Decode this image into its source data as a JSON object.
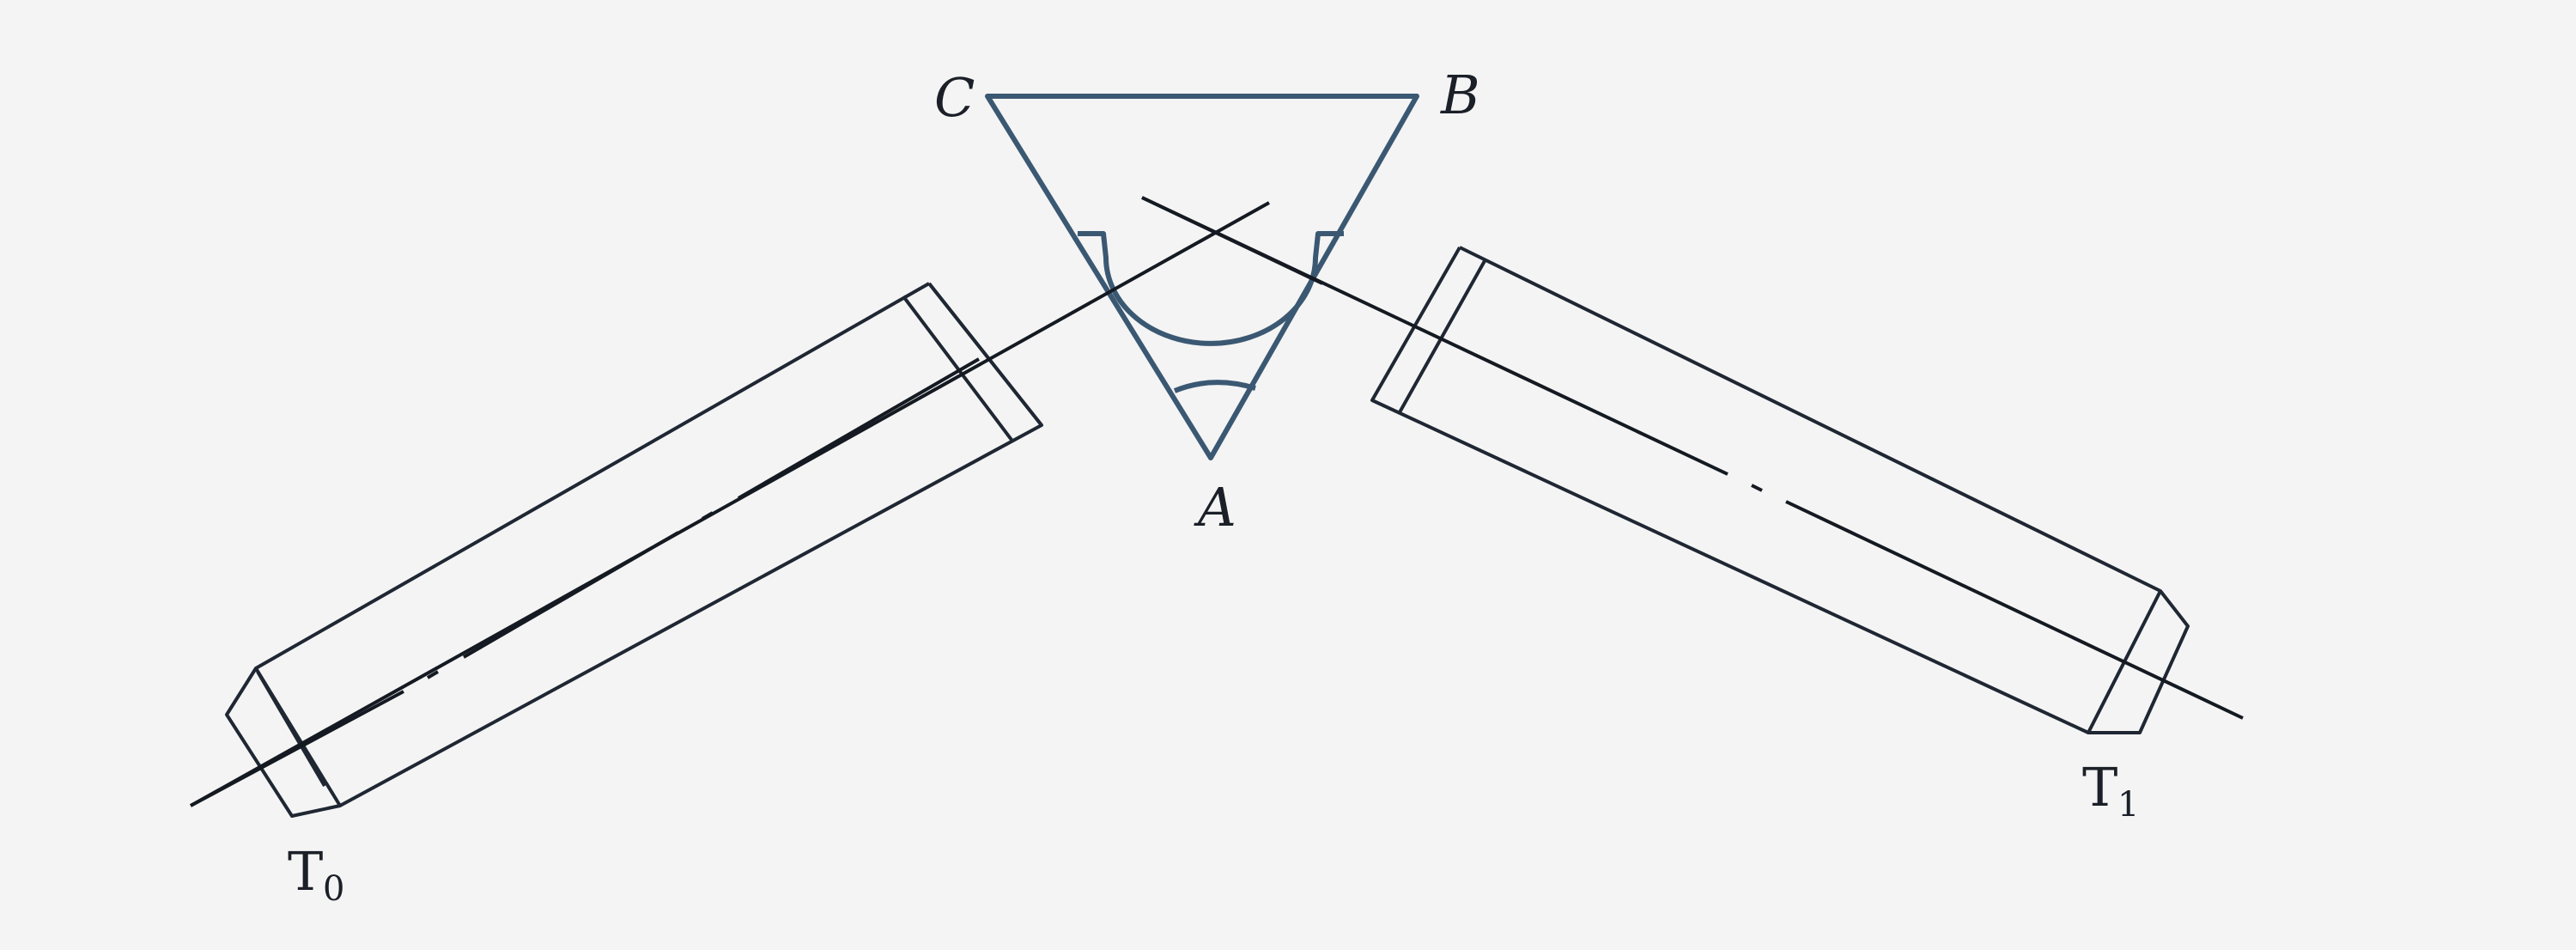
{
  "labels": {
    "vertex_c": "C",
    "vertex_b": "B",
    "vertex_a": "A",
    "telescope_0": "T",
    "telescope_0_sub": "0",
    "telescope_1": "T",
    "telescope_1_sub": "1"
  },
  "colors": {
    "background": "#f4f4f4",
    "prism": "#3b5873",
    "telescope": "#1f2733",
    "line": "#151a22"
  }
}
